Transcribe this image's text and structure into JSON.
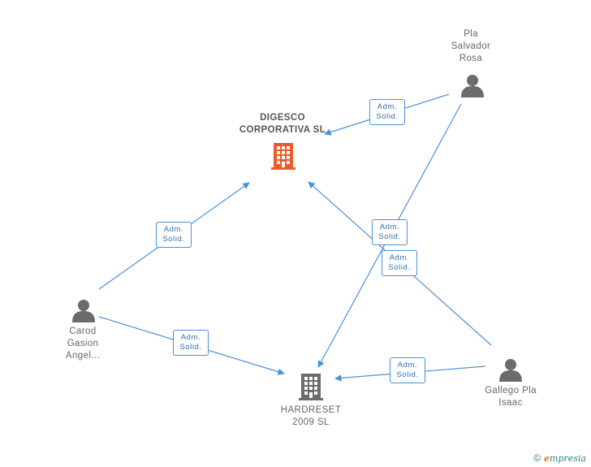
{
  "nodes": {
    "pla_salvador": {
      "lines": [
        "Pla",
        "Salvador",
        "Rosa"
      ],
      "type": "person"
    },
    "digesco": {
      "lines": [
        "DIGESCO",
        "CORPORATIVA SL"
      ],
      "type": "company",
      "color": "#f05a28"
    },
    "carod": {
      "lines": [
        "Carod",
        "Gasion",
        "Angel..."
      ],
      "type": "person"
    },
    "gallego": {
      "lines": [
        "Gallego Pla",
        "Isaac"
      ],
      "type": "person"
    },
    "hardreset": {
      "lines": [
        "HARDRESET",
        "2009 SL"
      ],
      "type": "company",
      "color": "#6b6b6b"
    }
  },
  "edge_label": {
    "line1": "Adm.",
    "line2": "Solid."
  },
  "edges": [
    {
      "from": "pla_salvador",
      "to": "digesco",
      "label": "Adm. Solid."
    },
    {
      "from": "pla_salvador",
      "to": "hardreset",
      "label": "Adm. Solid."
    },
    {
      "from": "gallego",
      "to": "digesco",
      "label": "Adm. Solid."
    },
    {
      "from": "carod",
      "to": "digesco",
      "label": "Adm. Solid."
    },
    {
      "from": "carod",
      "to": "hardreset",
      "label": "Adm. Solid."
    },
    {
      "from": "gallego",
      "to": "hardreset",
      "label": "Adm. Solid."
    }
  ],
  "brand": {
    "copyright": "©",
    "e": "e",
    "rest": "mpresia"
  },
  "colors": {
    "edge": "#4a90d9",
    "person": "#6b6b6b"
  }
}
